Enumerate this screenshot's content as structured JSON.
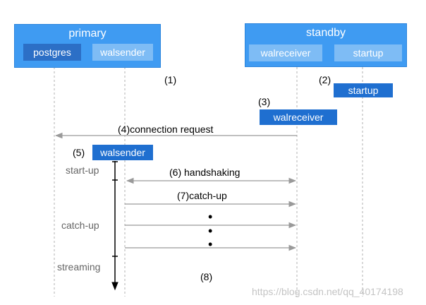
{
  "hosts": {
    "primary": {
      "label": "primary",
      "processes": [
        "postgres",
        "walsender"
      ]
    },
    "standby": {
      "label": "standby",
      "processes": [
        "walreceiver",
        "startup"
      ]
    }
  },
  "steps": {
    "s1": "(1)",
    "s2": "(2)",
    "s2_box": "startup",
    "s3": "(3)",
    "s3_box": "walreceiver",
    "s4": "(4)connection request",
    "s5": "(5)",
    "s5_box": "walsender",
    "s6": "(6) handshaking",
    "s7": "(7)catch-up",
    "s8": "(8)",
    "dots": [
      "•",
      "•",
      "•"
    ]
  },
  "phases": [
    "start-up",
    "catch-up",
    "streaming"
  ],
  "watermark": "https://blog.csdn.net/qq_40174198",
  "colors": {
    "host_fill": "#3f9bf2",
    "process_dark": "#2c6fc6",
    "process_light": "#7ebcf5",
    "arrow": "#9a9a9a",
    "lifeline": "#b0b0b0"
  }
}
